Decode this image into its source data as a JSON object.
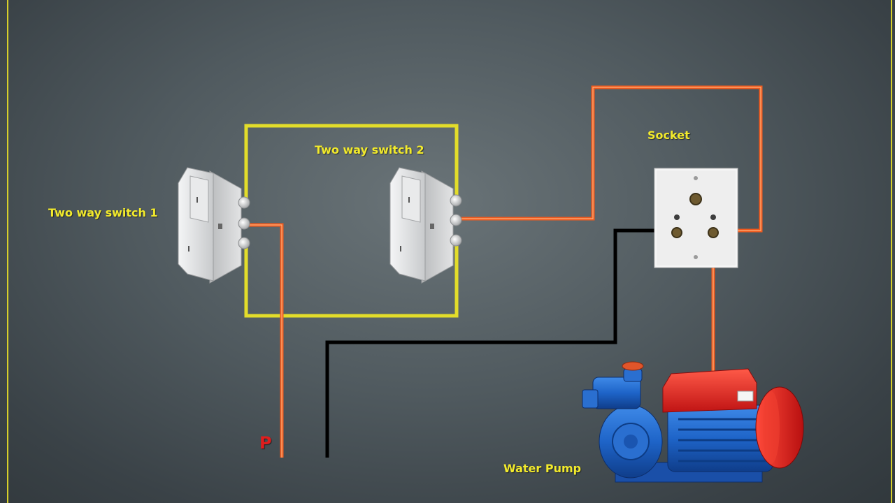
{
  "labels": {
    "switch1": "Two way switch 1",
    "switch2": "Two way switch 2",
    "socket": "Socket",
    "pump": "Water Pump",
    "phase": "P"
  },
  "colors": {
    "phase_wire": "#f05a1e",
    "phase_wire_core": "#ffb07a",
    "traveler_wire": "#e3dd2a",
    "neutral_wire": "#000000",
    "label_text": "#f2ea2c",
    "phase_label": "#e01d1d",
    "frame_line": "#d6cf2a",
    "switch_body": "#d9dbdc",
    "socket_body": "#eeeeee",
    "pump_motor": "#1e64c8",
    "pump_cap": "#e02020"
  },
  "components": {
    "switch1": {
      "type": "two-way-switch"
    },
    "switch2": {
      "type": "two-way-switch"
    },
    "socket": {
      "type": "3-pin-socket"
    },
    "pump": {
      "type": "water-pump"
    }
  }
}
